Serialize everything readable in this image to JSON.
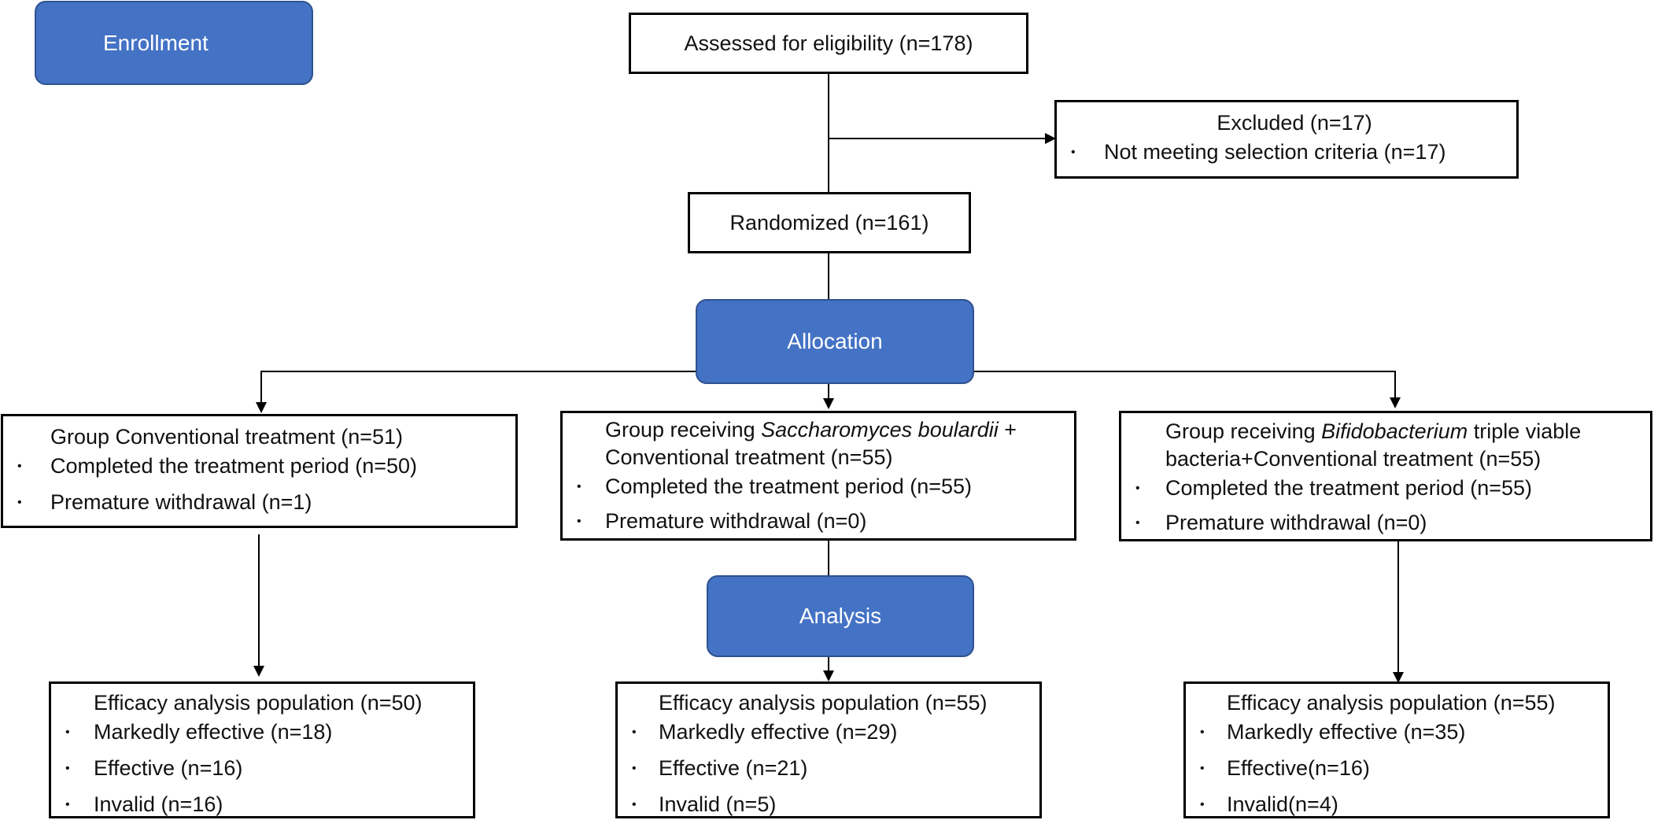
{
  "stages": {
    "enrollment": "Enrollment",
    "allocation": "Allocation",
    "analysis": "Analysis"
  },
  "assessed": "Assessed for eligibility (n=178)",
  "excluded": {
    "title": "Excluded (n=17)",
    "items": [
      "Not meeting selection criteria (n=17)"
    ]
  },
  "randomized": "Randomized (n=161)",
  "groups": [
    {
      "title": "Group Conventional treatment (n=51)",
      "items": [
        "Completed the treatment period (n=50)",
        "Premature withdrawal (n=1)"
      ]
    },
    {
      "title_prefix": "Group receiving ",
      "title_italic": "Saccharomyces boulardii",
      "title_suffix": " +",
      "title_line2": "Conventional treatment (n=55)",
      "items": [
        "Completed the treatment period (n=55)",
        "Premature withdrawal (n=0)"
      ]
    },
    {
      "title_prefix": "Group receiving ",
      "title_italic": "Bifidobacterium",
      "title_suffix": " triple viable",
      "title_line2": "bacteria+Conventional treatment (n=55)",
      "items": [
        "Completed the treatment period (n=55)",
        "Premature withdrawal (n=0)"
      ]
    }
  ],
  "results": [
    {
      "title": "Efficacy analysis population (n=50)",
      "items": [
        "Markedly effective (n=18)",
        "Effective (n=16)",
        "Invalid (n=16)"
      ]
    },
    {
      "title": "Efficacy analysis population (n=55)",
      "items": [
        "Markedly effective (n=29)",
        "Effective (n=21)",
        "Invalid (n=5)"
      ]
    },
    {
      "title": "Efficacy analysis population (n=55)",
      "items": [
        "Markedly effective (n=35)",
        "Effective(n=16)",
        "Invalid(n=4)"
      ]
    }
  ]
}
